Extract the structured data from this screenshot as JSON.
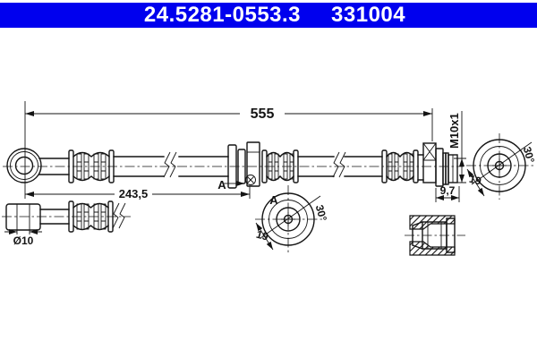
{
  "header": {
    "part_number": "24.5281-0553.3",
    "reference_number": "331004",
    "bar_color": "#0000EE",
    "text_color": "#FFFFFF"
  },
  "drawing": {
    "line_color": "#141414",
    "dims": {
      "total_length": "555",
      "first_section_length": "243,5",
      "hose_diameter": "Ø10",
      "thread_size": "M10x1",
      "thread_length": "9,7",
      "fitting_marker": "A",
      "mid_view": {
        "label": "A",
        "width": "19",
        "angle": "30°"
      },
      "end_view": {
        "width": "19",
        "angle": "30°"
      }
    }
  }
}
